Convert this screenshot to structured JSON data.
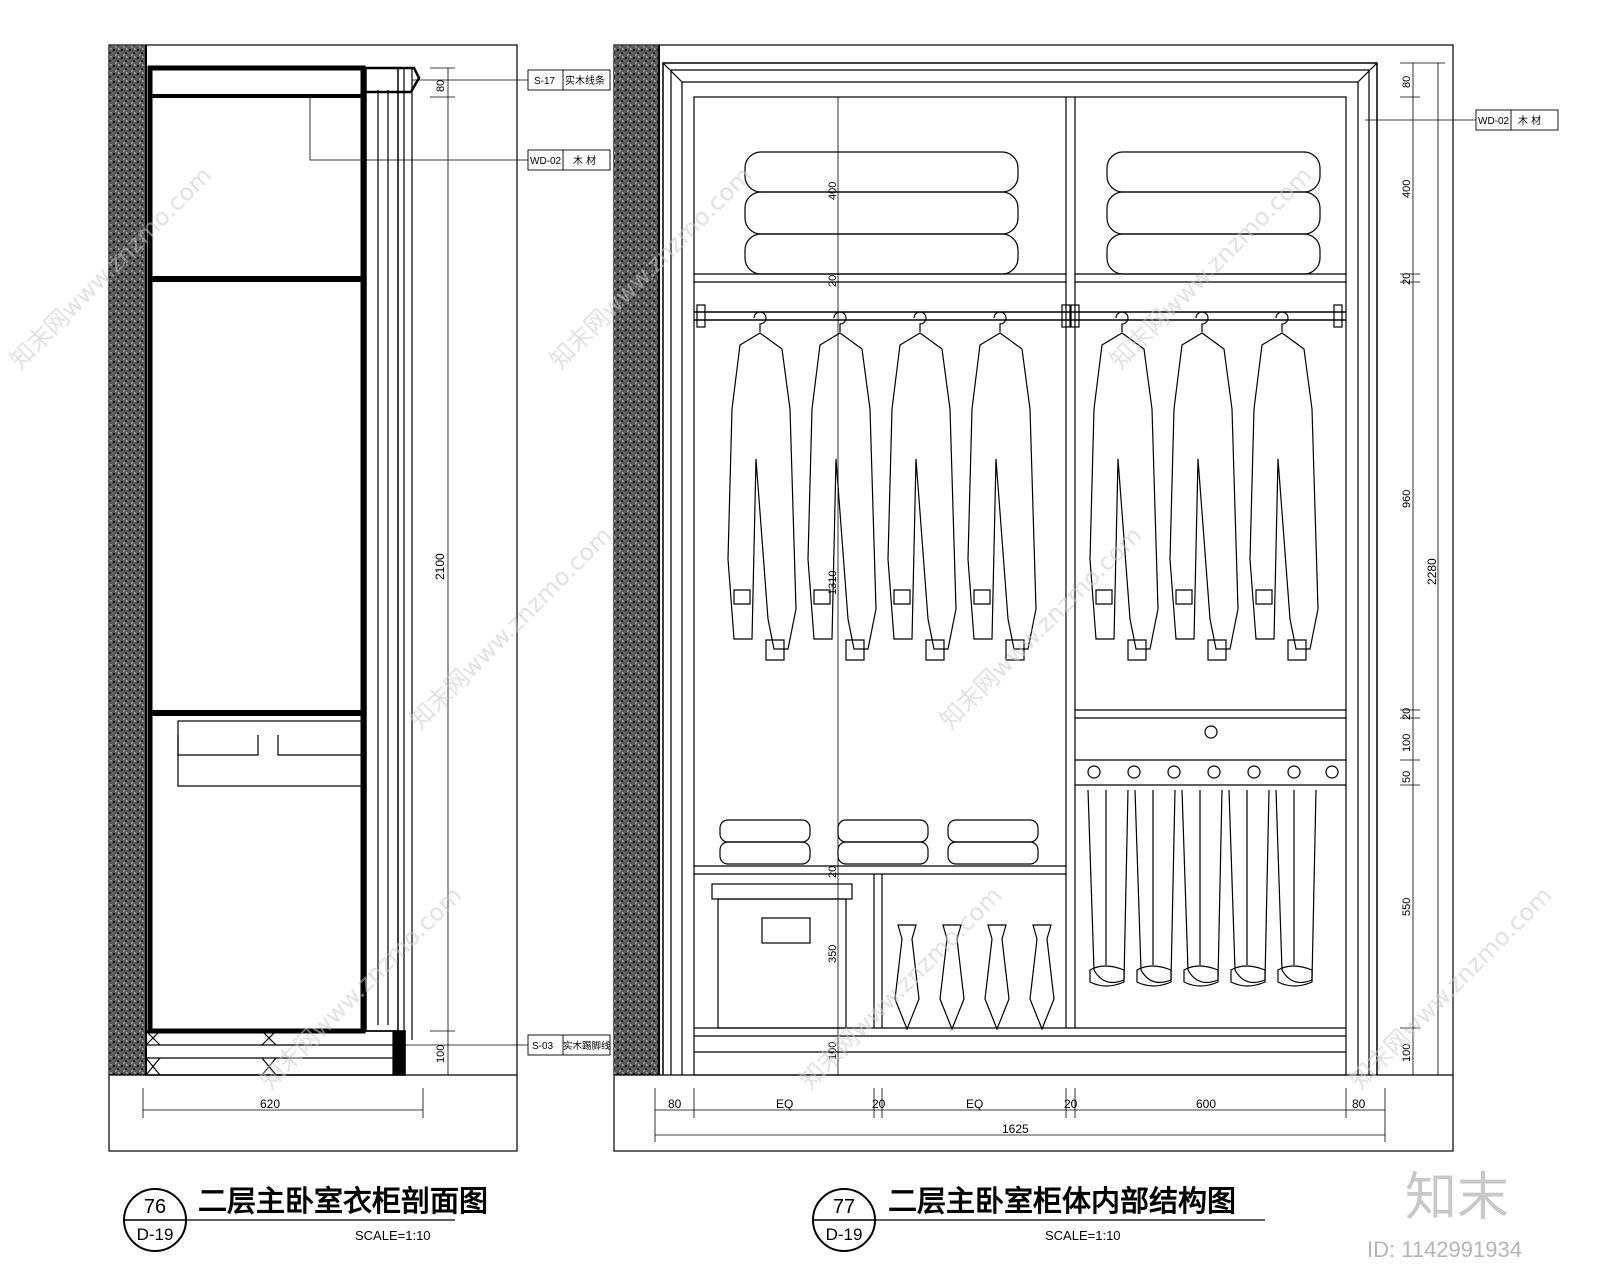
{
  "left_view": {
    "circle_number": "76",
    "circle_sheet": "D-19",
    "title": "二层主卧室衣柜剖面图",
    "scale": "SCALE=1:10",
    "dims": {
      "width": "620",
      "height": "2100",
      "top": "80",
      "bottom": "100"
    },
    "tags": [
      {
        "code": "S-17",
        "text": "实木线条"
      },
      {
        "code": "WD-02",
        "text": "木 材"
      },
      {
        "code": "S-03",
        "text": "实木踢脚线"
      }
    ]
  },
  "right_view": {
    "circle_number": "77",
    "circle_sheet": "D-19",
    "title": "二层主卧室柜体内部结构图",
    "scale": "SCALE=1:10",
    "tag": {
      "code": "WD-02",
      "text": "木 材"
    },
    "dims_right": [
      "80",
      "400",
      "20",
      "960",
      "20",
      "100",
      "50",
      "550",
      "100"
    ],
    "dim_total_height": "2280",
    "dims_inner": [
      "400",
      "20",
      "1310",
      "20",
      "350",
      "100"
    ],
    "dims_bottom": [
      "80",
      "EQ",
      "20",
      "EQ",
      "20",
      "600",
      "80"
    ],
    "dim_total_width": "1625"
  },
  "watermark": {
    "text": "知末网www.znzmo.com",
    "logo": "知末",
    "id": "ID: 1142991934"
  }
}
